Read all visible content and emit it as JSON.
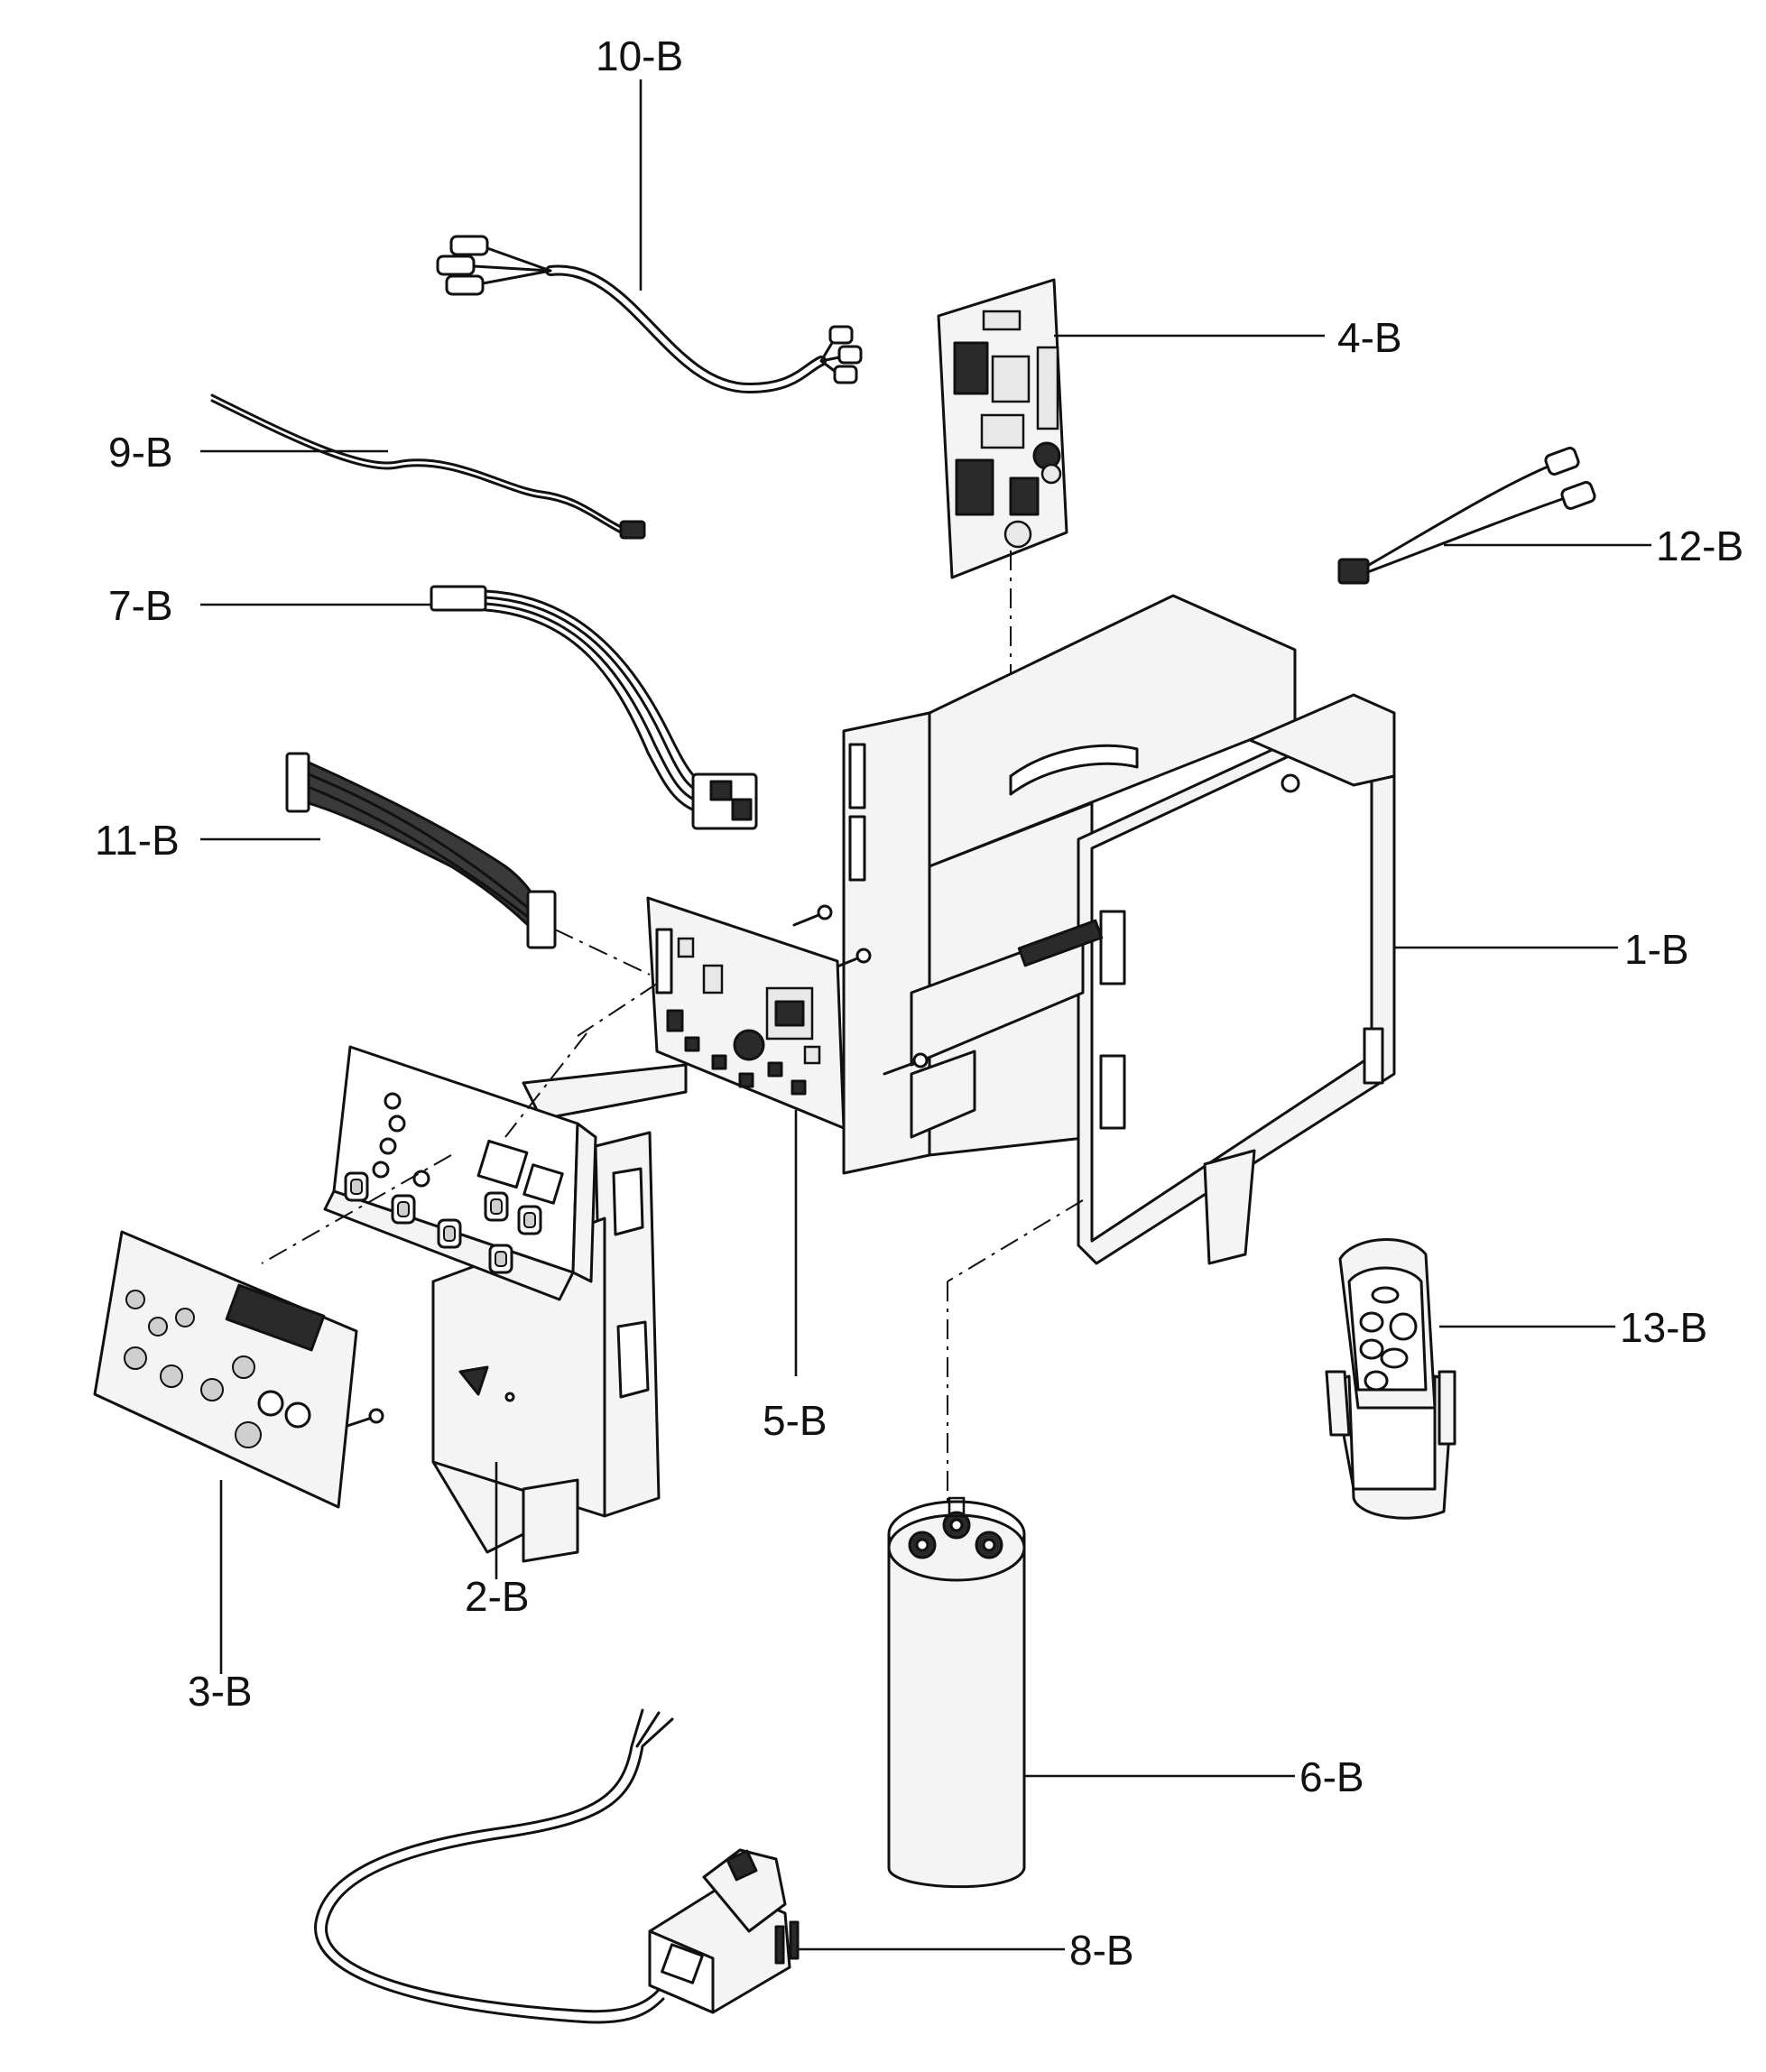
{
  "labels": {
    "part_1": "1-B",
    "part_2": "2-B",
    "part_3": "3-B",
    "part_4": "4-B",
    "part_5": "5-B",
    "part_6": "6-B",
    "part_7": "7-B",
    "part_8": "8-B",
    "part_9": "9-B",
    "part_10": "10-B",
    "part_11": "11-B",
    "part_12": "12-B",
    "part_13": "13-B"
  }
}
